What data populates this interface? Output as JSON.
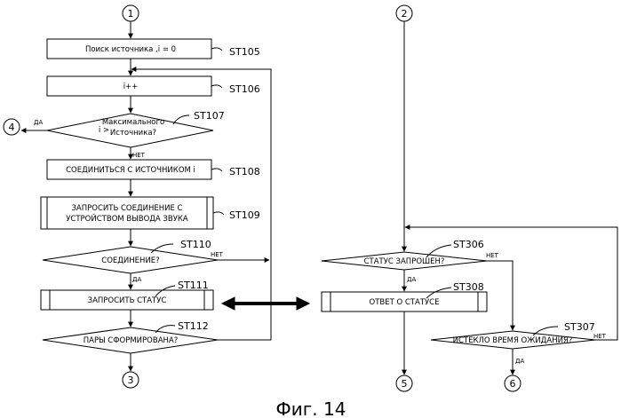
{
  "connectors": {
    "c1": "1",
    "c2": "2",
    "c3": "3",
    "c4": "4",
    "c5": "5",
    "c6": "6"
  },
  "boxes": {
    "st105": "Поиск источника ,i = 0",
    "st106": "i++",
    "st107_i": "i >",
    "st107_a": "Максимального",
    "st107_b": "Источника?",
    "st108": "СОЕДИНИТЬСЯ С ИСТОЧНИКОМ i",
    "st109_a": "ЗАПРОСИТЬ СОЕДИНЕНИЕ С",
    "st109_b": "УСТРОЙСТВОМ ВЫВОДА ЗВУКА",
    "st110": "СОЕДИНЕНИЕ?",
    "st111": "ЗАПРОСИТЬ СТАТУС",
    "st112": "ПАРЫ СФОРМИРОВАНА?",
    "st306": "СТАТУС ЗАПРОШЕН?",
    "st308": "ОТВЕТ О СТАТУСЕ",
    "st307": "ИСТЕКЛО ВРЕМЯ ОЖИДАНИЯ?"
  },
  "steps": {
    "st105": "ST105",
    "st106": "ST106",
    "st107": "ST107",
    "st108": "ST108",
    "st109": "ST109",
    "st110": "ST110",
    "st111": "ST111",
    "st112": "ST112",
    "st306": "ST306",
    "st308": "ST308",
    "st307": "ST307"
  },
  "labels": {
    "yes107": "ДА",
    "no107": "НЕТ",
    "no110": "НЕТ",
    "yes110": "ДА",
    "yes306": "ДА",
    "no306": "НЕТ",
    "no307": "НЕТ",
    "yes307": "ДА"
  },
  "figure_caption": "Фиг. 14"
}
